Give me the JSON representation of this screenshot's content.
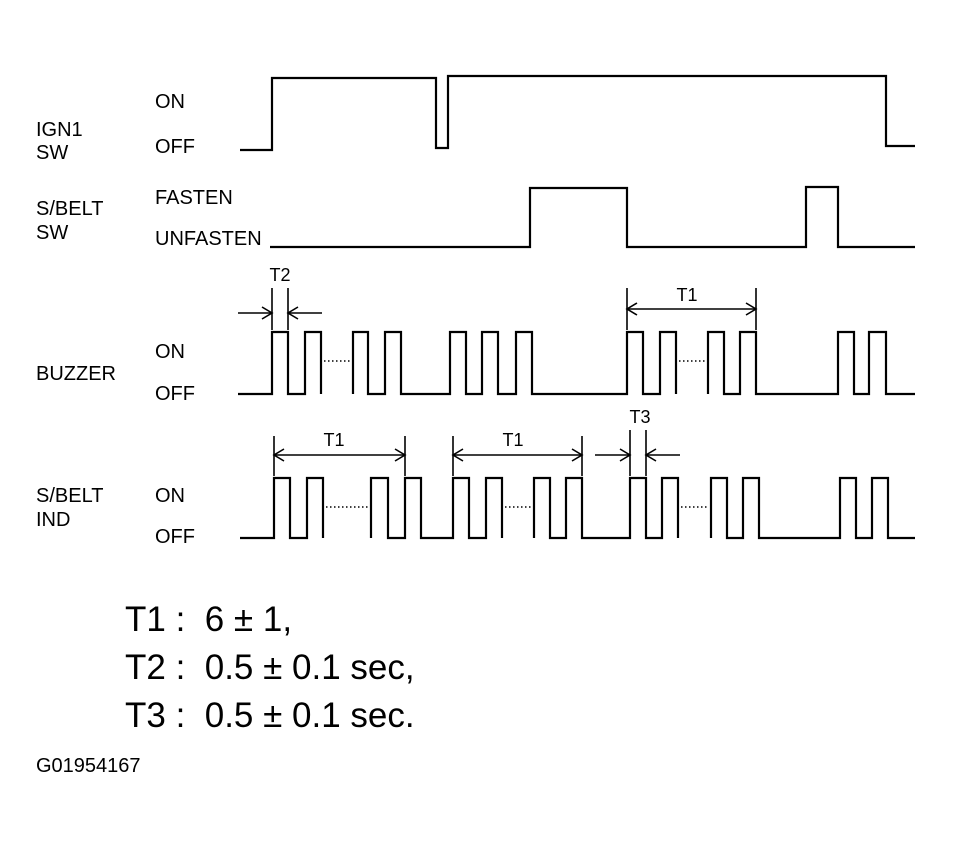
{
  "signals": {
    "ign1": {
      "name_lines": [
        "IGN1",
        "SW"
      ],
      "states": [
        "ON",
        "OFF"
      ]
    },
    "seatbelt_sw": {
      "name_lines": [
        "S/BELT",
        "SW"
      ],
      "states": [
        "FASTEN",
        "UNFASTEN"
      ]
    },
    "buzzer": {
      "name_lines": [
        "BUZZER"
      ],
      "states": [
        "ON",
        "OFF"
      ]
    },
    "seatbelt_ind": {
      "name_lines": [
        "S/BELT",
        "IND"
      ],
      "states": [
        "ON",
        "OFF"
      ]
    }
  },
  "timing_labels": {
    "buzzer_pulse": "T2",
    "buzzer_period": "T1",
    "indicator_period_1": "T1",
    "indicator_period_2": "T1",
    "indicator_pulse": "T3"
  },
  "legend": [
    "T1 :  6 ± 1,",
    "T2 :  0.5 ± 0.1 sec,",
    "T3 :  0.5 ± 0.1 sec."
  ],
  "figure_id": "G01954167"
}
